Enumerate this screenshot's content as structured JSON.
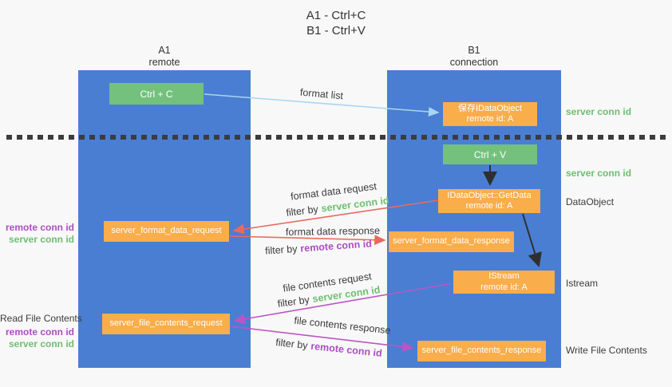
{
  "title": {
    "line1": "A1 - Ctrl+C",
    "line2": "B1 - Ctrl+V"
  },
  "columns": {
    "a1": {
      "name": "A1",
      "subtitle": "remote"
    },
    "b1": {
      "name": "B1",
      "subtitle": "connection"
    }
  },
  "nodes": {
    "ctrl_c": "Ctrl + C",
    "ctrl_v": "Ctrl + V",
    "save_dataobject": {
      "line1": "保存IDataObject",
      "line2": "remote id: A"
    },
    "getdata": {
      "line1": "IDataObject::GetData",
      "line2": "remote id: A"
    },
    "istream": {
      "line1": "IStream",
      "line2": "remote id: A"
    },
    "format_request": "server_format_data_request",
    "format_response": "server_format_data_response",
    "file_request": "server_file_contents_request",
    "file_response": "server_file_contents_response"
  },
  "flow": {
    "format_list": "format list",
    "format_data_request": "format data request",
    "format_data_response": "format data response",
    "file_contents_request": "file contents request",
    "file_contents_response": "file contents response",
    "filter_by": "filter by",
    "server_conn_id": "server conn id",
    "remote_conn_id": "remote conn id"
  },
  "side_labels": {
    "left_remote_conn_id": "remote conn id",
    "left_server_conn_id": "server conn id",
    "read_file_contents": "Read File Contents",
    "right_server_conn_id_top": "server conn id",
    "right_server_conn_id_mid": "server conn id",
    "dataobject": "DataObject",
    "istream": "Istream",
    "write_file_contents": "Write File Contents"
  },
  "colors": {
    "lane_blue": "#4a7ed2",
    "node_green": "#73c17d",
    "node_orange": "#f9ad4b",
    "arrow_light_blue": "#a8d6f2",
    "arrow_red": "#e86a5e",
    "arrow_magenta": "#bb55c6",
    "arrow_black": "#2f2f2f",
    "text_green": "#6dbf70",
    "text_purple": "#ab4dc3",
    "separator": "#3c3c3c",
    "background": "#f8f8f8"
  }
}
